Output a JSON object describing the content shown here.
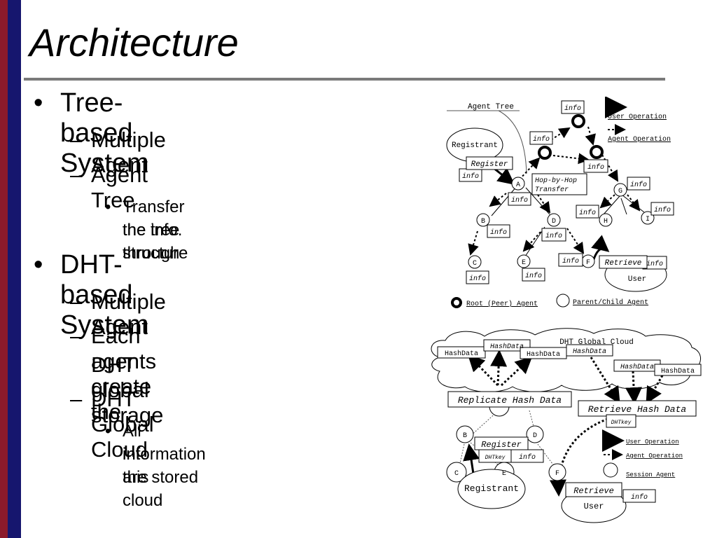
{
  "slide": {
    "title": "Architecture",
    "bullets": [
      {
        "text": "Tree-based System",
        "children": [
          {
            "text": "Multiple Agent"
          },
          {
            "text": "Agent Tree",
            "children": [
              {
                "line1": "Transfer the info. through",
                "line2": "the tree structure"
              }
            ]
          }
        ]
      },
      {
        "text": "DHT-based System",
        "children": [
          {
            "text": "Multiple Agent"
          },
          {
            "line1": "Each agents create the",
            "line2": "DHT global storage"
          },
          {
            "text": "DHT Global Cloud",
            "children": [
              {
                "line1": "All information are stored",
                "line2": "into this cloud"
              }
            ]
          }
        ]
      }
    ],
    "bullet_l1": "•",
    "bullet_l2": "–",
    "bullet_l3": "•"
  },
  "tree_diagram": {
    "title": "Agent Tree",
    "registrant": "Registrant",
    "register": "Register",
    "hop": [
      "Hop-by-Hop",
      "Transfer"
    ],
    "retrieve": "Retrieve",
    "user": "User",
    "info": "info",
    "nodes": [
      "A",
      "B",
      "C",
      "D",
      "E",
      "F",
      "G",
      "H",
      "I"
    ],
    "legend": {
      "user_op": "User Operation",
      "agent_op": "Agent Operation",
      "root": "Root (Peer) Agent",
      "parent_child": "Parent/Child Agent"
    }
  },
  "dht_diagram": {
    "cloud": "DHT Global Cloud",
    "hashdata": "HashData",
    "replicate": "Replicate Hash Data",
    "retrieve_hash": "Retrieve Hash Data",
    "dhtkey": "DHTkey",
    "register": "Register",
    "info": "info",
    "registrant": "Registrant",
    "retrieve": "Retrieve",
    "user": "User",
    "nodes": [
      "B",
      "D",
      "C",
      "E",
      "F"
    ],
    "legend": {
      "user_op": "User Operation",
      "agent_op": "Agent Operation",
      "session": "Session Agent"
    }
  },
  "colors": {
    "red_bar": "#8c1a2b",
    "navy_bar": "#16166e",
    "rule": "#7a7a7a"
  }
}
